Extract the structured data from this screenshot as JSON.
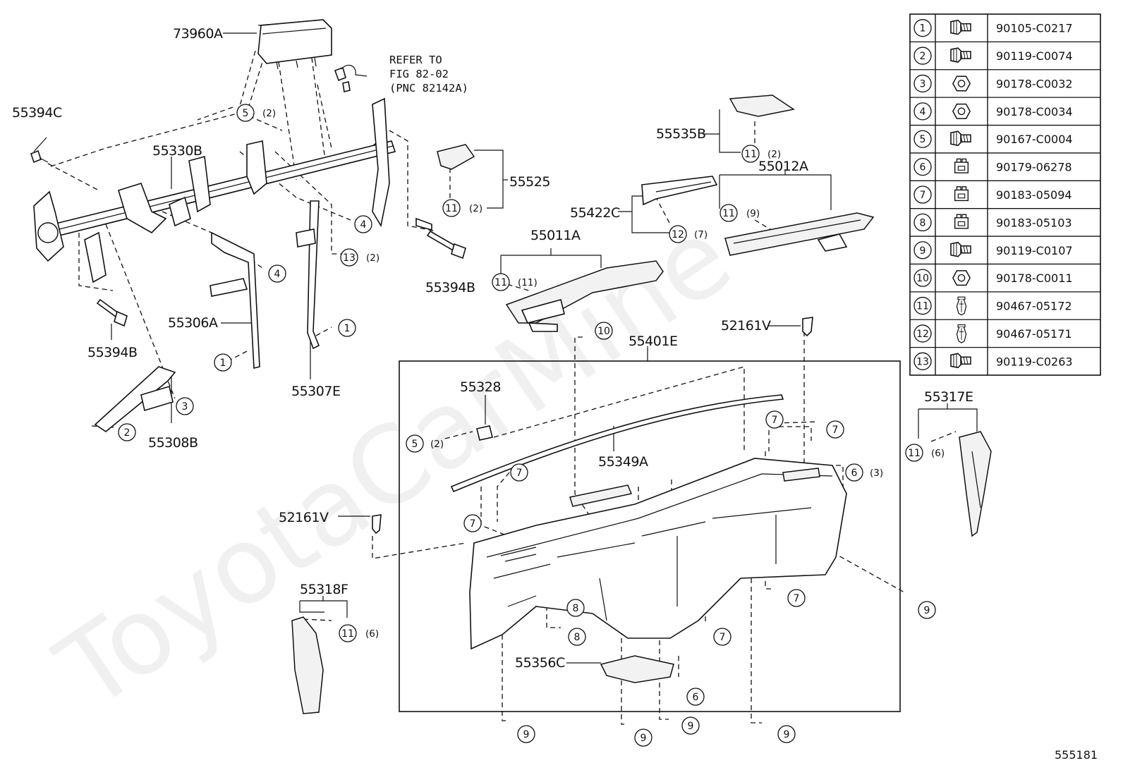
{
  "watermark": "ToyotaCarMine",
  "diagram_code": "555181",
  "refer_note": [
    "REFER TO",
    "FIG 82-02",
    "(PNC 82142A)"
  ],
  "labels": {
    "p73960A": "73960A",
    "p55394C": "55394C",
    "p55330B": "55330B",
    "p55525": "55525",
    "p55535B": "55535B",
    "p55012A": "55012A",
    "p55422C": "55422C",
    "p55011A": "55011A",
    "p55394B_a": "55394B",
    "p55394B_b": "55394B",
    "p55306A": "55306A",
    "p55307E": "55307E",
    "p55308B": "55308B",
    "p52161V_a": "52161V",
    "p52161V_b": "52161V",
    "p55401E": "55401E",
    "p55328": "55328",
    "p55349A": "55349A",
    "p55317E": "55317E",
    "p55318F": "55318F",
    "p55356C": "55356C"
  },
  "quantities": {
    "q2": "(2)",
    "q3": "(3)",
    "q6": "(6)",
    "q7": "(7)",
    "q9": "(9)",
    "q11": "(11)"
  },
  "fastener_table": [
    {
      "num": "1",
      "part": "90105-C0217",
      "icon": "flange-bolt-icon"
    },
    {
      "num": "2",
      "part": "90119-C0074",
      "icon": "long-bolt-icon"
    },
    {
      "num": "3",
      "part": "90178-C0032",
      "icon": "nut-icon"
    },
    {
      "num": "4",
      "part": "90178-C0034",
      "icon": "nut-icon"
    },
    {
      "num": "5",
      "part": "90167-C0004",
      "icon": "screw-icon"
    },
    {
      "num": "6",
      "part": "90179-06278",
      "icon": "clip-nut-icon"
    },
    {
      "num": "7",
      "part": "90183-05094",
      "icon": "u-clip-icon"
    },
    {
      "num": "8",
      "part": "90183-05103",
      "icon": "u-clip-icon"
    },
    {
      "num": "9",
      "part": "90119-C0107",
      "icon": "screw-icon"
    },
    {
      "num": "10",
      "part": "90178-C0011",
      "icon": "nut-icon"
    },
    {
      "num": "11",
      "part": "90467-05172",
      "icon": "push-clip-icon"
    },
    {
      "num": "12",
      "part": "90467-05171",
      "icon": "push-clip-icon"
    },
    {
      "num": "13",
      "part": "90119-C0263",
      "icon": "screw-icon"
    }
  ]
}
